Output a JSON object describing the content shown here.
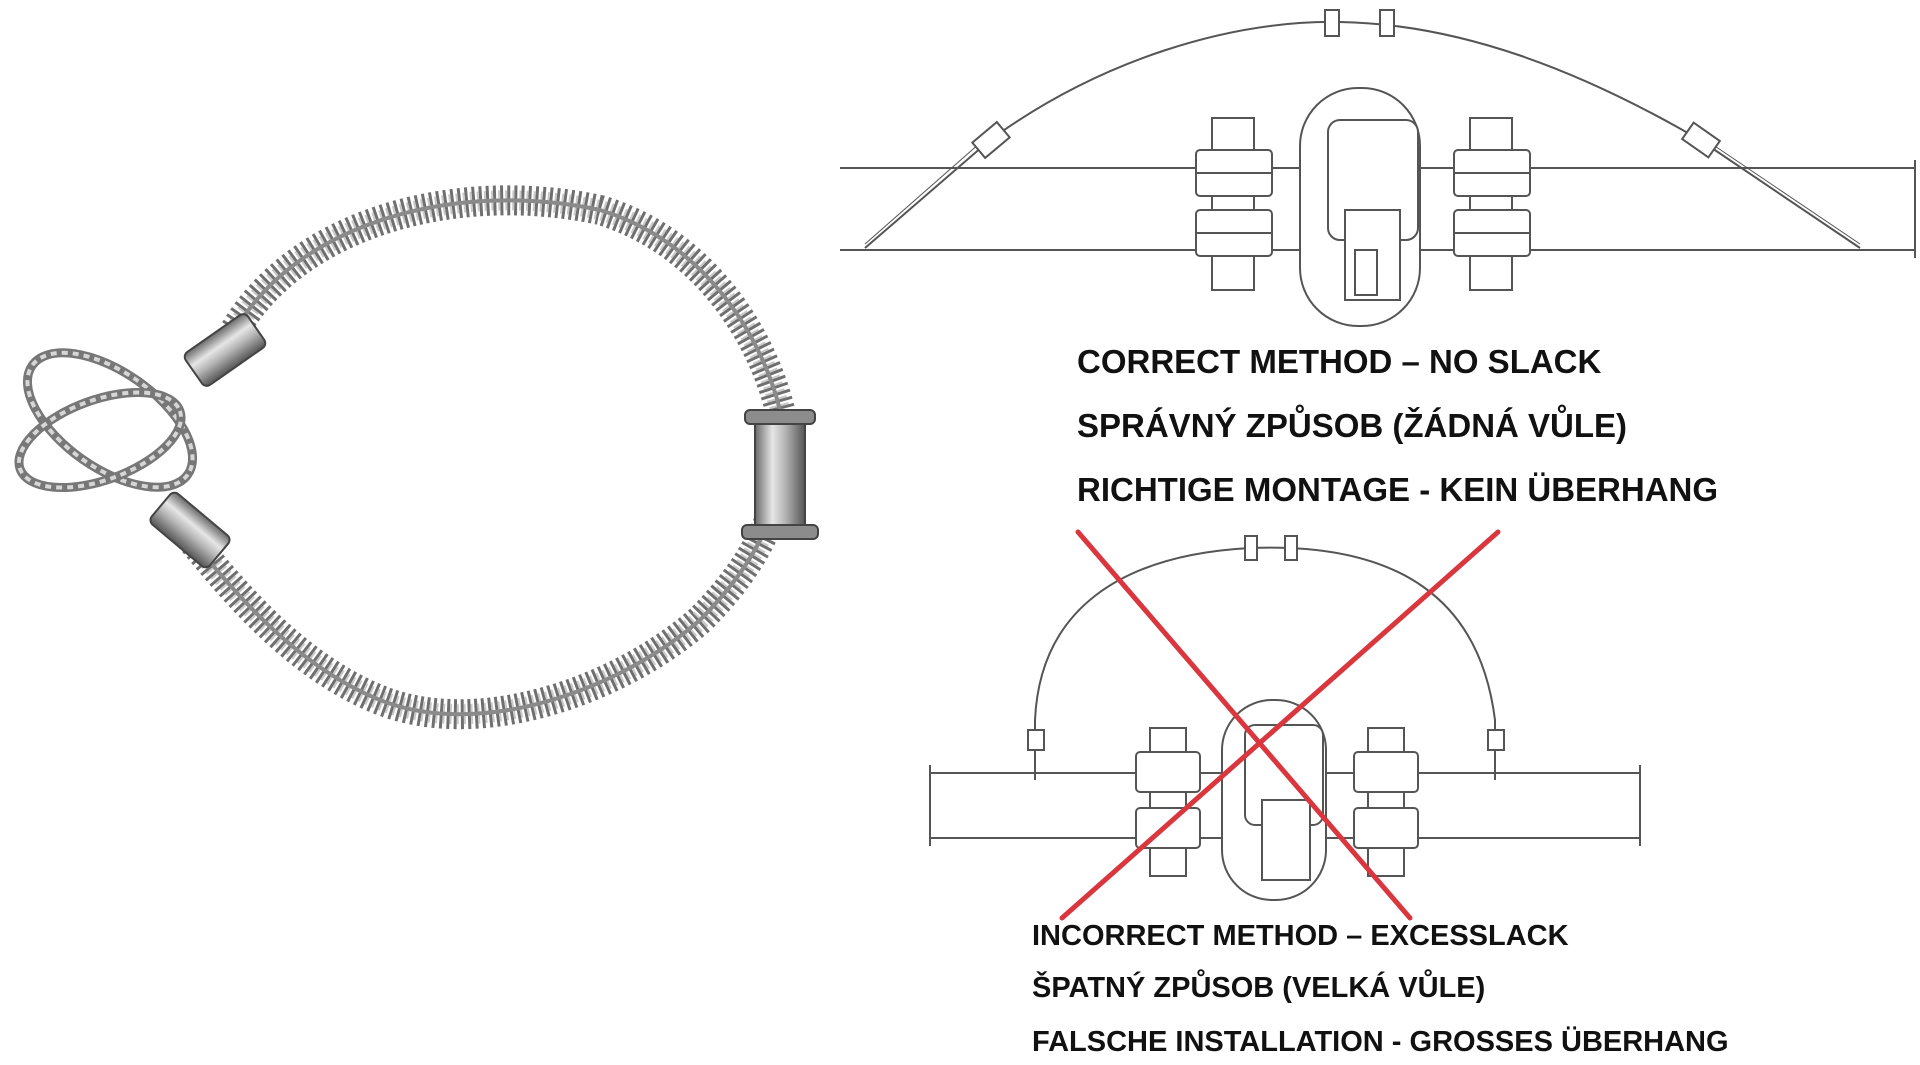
{
  "colors": {
    "line": "#555555",
    "steel": "#9a9a9a",
    "steel_dark": "#4a4a4a",
    "cross": "#d9363e",
    "text": "#111111"
  },
  "figure": {
    "photo": {
      "subject": "whip-check-safety-cable"
    },
    "correct": {
      "lines": [
        "CORRECT METHOD – NO SLACK",
        "SPRÁVNÝ ZPŮSOB (ŽÁDNÁ VŮLE)",
        "RICHTIGE MONTAGE - KEIN ÜBERHANG"
      ]
    },
    "incorrect": {
      "lines": [
        "INCORRECT METHOD – EXCESSLACK",
        "ŠPATNÝ ZPŮSOB (VELKÁ VŮLE)",
        "FALSCHE INSTALLATION - GROSSES ÜBERHANG"
      ]
    }
  }
}
